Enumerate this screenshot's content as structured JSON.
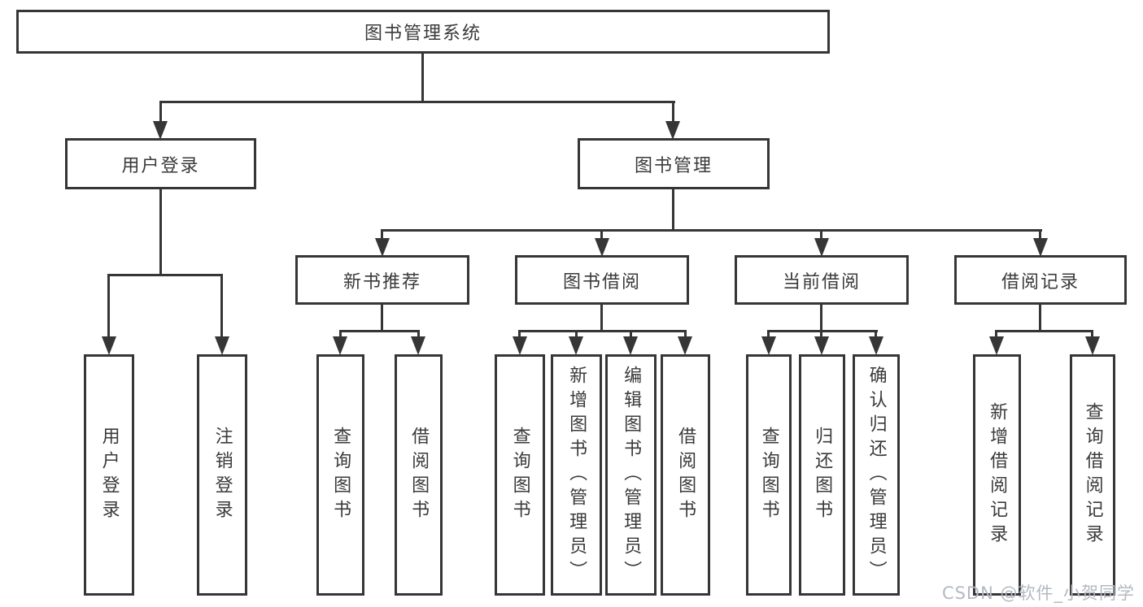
{
  "diagram_title": "图书管理系统",
  "nodes": {
    "root": {
      "label": "图书管理系统"
    },
    "user_login_group": {
      "label": "用户登录"
    },
    "book_mgmt": {
      "label": "图书管理"
    },
    "new_book_rec": {
      "label": "新书推荐"
    },
    "book_borrow": {
      "label": "图书借阅"
    },
    "current_borrow": {
      "label": "当前借阅"
    },
    "borrow_records": {
      "label": "借阅记录"
    },
    "user_login": {
      "label": "用户登录"
    },
    "logout": {
      "label": "注销登录"
    },
    "query_books_1": {
      "label": "查询图书"
    },
    "borrow_books_1": {
      "label": "借阅图书"
    },
    "query_books_2": {
      "label": "查询图书"
    },
    "add_book_admin": {
      "label": "新增图书（管理员）"
    },
    "edit_book_admin": {
      "label": "编辑图书（管理员）"
    },
    "borrow_books_2": {
      "label": "借阅图书"
    },
    "query_books_3": {
      "label": "查询图书"
    },
    "return_books": {
      "label": "归还图书"
    },
    "confirm_return_admin": {
      "label": "确认归还（管理员）"
    },
    "add_borrow_record": {
      "label": "新增借阅记录"
    },
    "query_borrow_record": {
      "label": "查询借阅记录"
    }
  },
  "edges": [
    {
      "from": "root",
      "to": "user_login_group"
    },
    {
      "from": "root",
      "to": "book_mgmt"
    },
    {
      "from": "user_login_group",
      "to": "user_login"
    },
    {
      "from": "user_login_group",
      "to": "logout"
    },
    {
      "from": "book_mgmt",
      "to": "new_book_rec"
    },
    {
      "from": "book_mgmt",
      "to": "book_borrow"
    },
    {
      "from": "book_mgmt",
      "to": "current_borrow"
    },
    {
      "from": "book_mgmt",
      "to": "borrow_records"
    },
    {
      "from": "new_book_rec",
      "to": "query_books_1"
    },
    {
      "from": "new_book_rec",
      "to": "borrow_books_1"
    },
    {
      "from": "book_borrow",
      "to": "query_books_2"
    },
    {
      "from": "book_borrow",
      "to": "add_book_admin"
    },
    {
      "from": "book_borrow",
      "to": "edit_book_admin"
    },
    {
      "from": "book_borrow",
      "to": "borrow_books_2"
    },
    {
      "from": "current_borrow",
      "to": "query_books_3"
    },
    {
      "from": "current_borrow",
      "to": "return_books"
    },
    {
      "from": "current_borrow",
      "to": "confirm_return_admin"
    },
    {
      "from": "borrow_records",
      "to": "add_borrow_record"
    },
    {
      "from": "borrow_records",
      "to": "query_borrow_record"
    }
  ],
  "watermark": {
    "text": "CSDN @软件_小贺同学"
  },
  "colors": {
    "line": "#363636",
    "node_border": "#363636",
    "node_text": "#3a3a3a",
    "background": "#ffffff",
    "watermark": "#b4b9c2"
  }
}
